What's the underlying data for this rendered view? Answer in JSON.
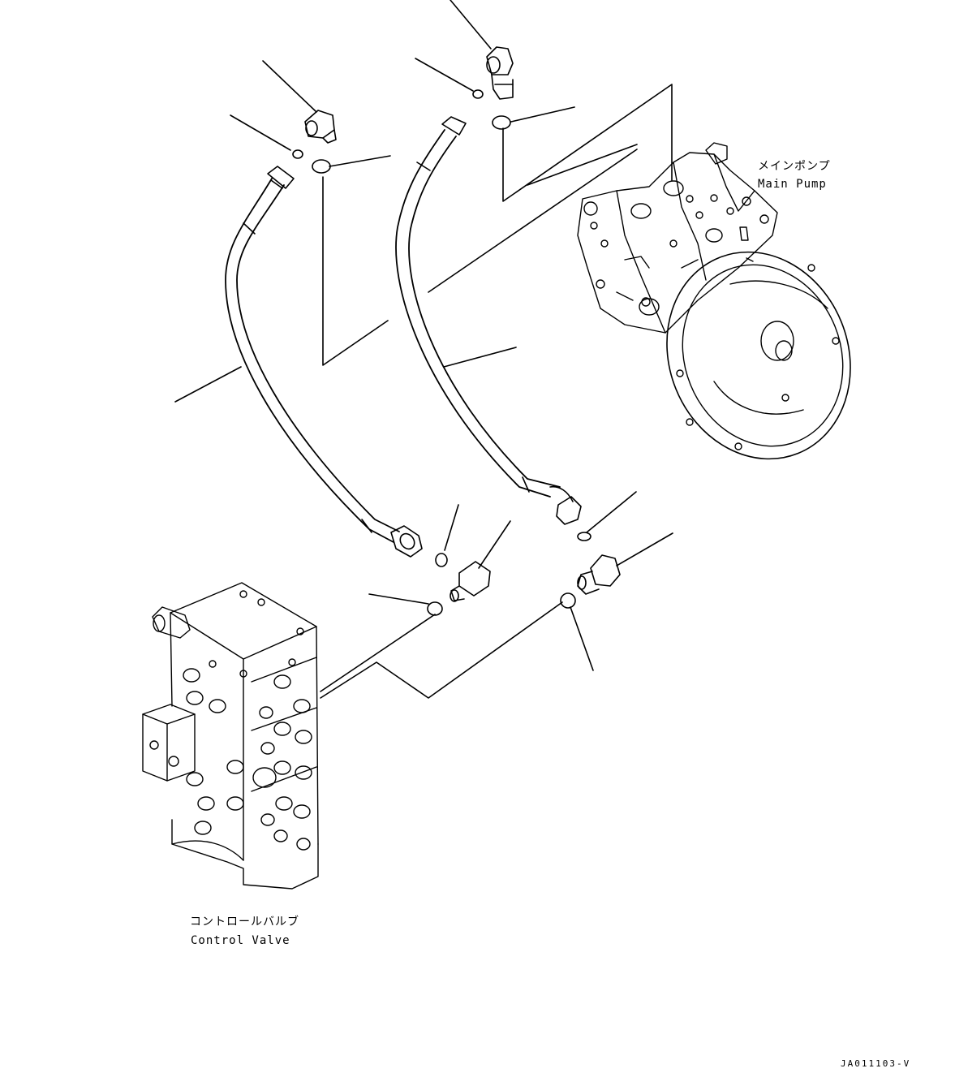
{
  "labels": {
    "main_pump_jp": "メインポンプ",
    "main_pump_en": "Main Pump",
    "control_valve_jp": "コントロールバルブ",
    "control_valve_en": "Control Valve"
  },
  "drawing_code": "JA011103-V",
  "colors": {
    "line": "#000000",
    "background": "#ffffff"
  }
}
